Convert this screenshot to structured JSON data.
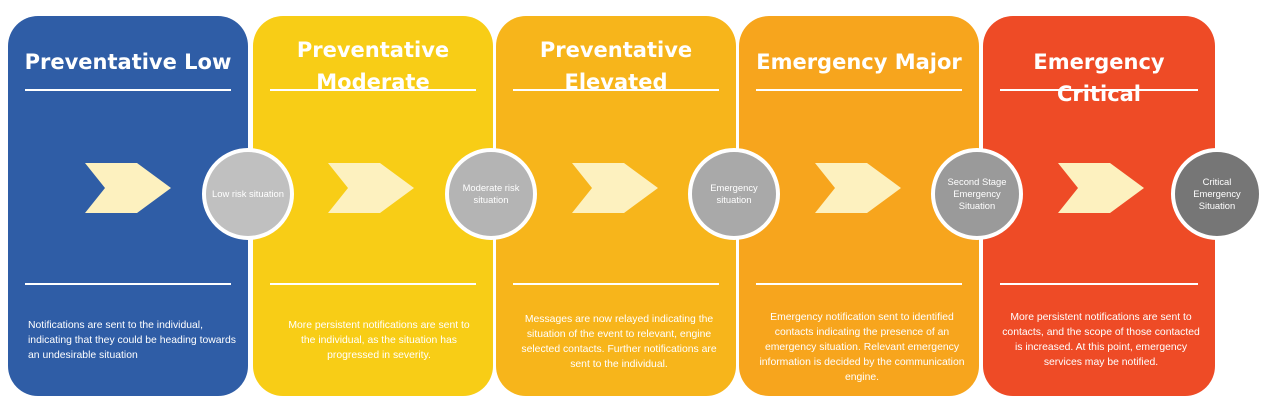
{
  "stages": [
    {
      "title_lines": [
        "Preventative Low"
      ],
      "description": "Notifications are sent to the individual, indicating that they could be heading towards an undesirable situation",
      "circle_label": "Low risk situation",
      "color": "#2f5da6",
      "circle_color": "#c0c0c0"
    },
    {
      "title_lines": [
        "Preventative",
        "Moderate"
      ],
      "description": "More persistent notifications are sent to the individual, as the situation has progressed in severity.",
      "circle_label": "Moderate risk situation",
      "color": "#f8cd16",
      "circle_color": "#b4b4b4"
    },
    {
      "title_lines": [
        "Preventative",
        "Elevated"
      ],
      "description": "Messages are now relayed indicating the situation of the event to relevant, engine selected contacts. Further notifications are sent to the individual.",
      "circle_label": "Emergency situation",
      "color": "#f7b51b",
      "circle_color": "#a9a9a9"
    },
    {
      "title_lines": [
        "Emergency Major"
      ],
      "description": "Emergency notification sent to identified contacts indicating the presence of an emergency situation. Relevant emergency information is decided by the communication engine.",
      "circle_label": "Second Stage Emergency Situation",
      "color": "#f7a51d",
      "circle_color": "#9a9a9a"
    },
    {
      "title_lines": [
        "Emergency Critical"
      ],
      "description": "More persistent notifications are sent to contacts, and the scope of those contacted is increased. At this point, emergency services may be notified.",
      "circle_label": "Critical Emergency Situation",
      "color": "#ee4b26",
      "circle_color": "#767676"
    }
  ],
  "arrow_color": "#fdf1bf"
}
